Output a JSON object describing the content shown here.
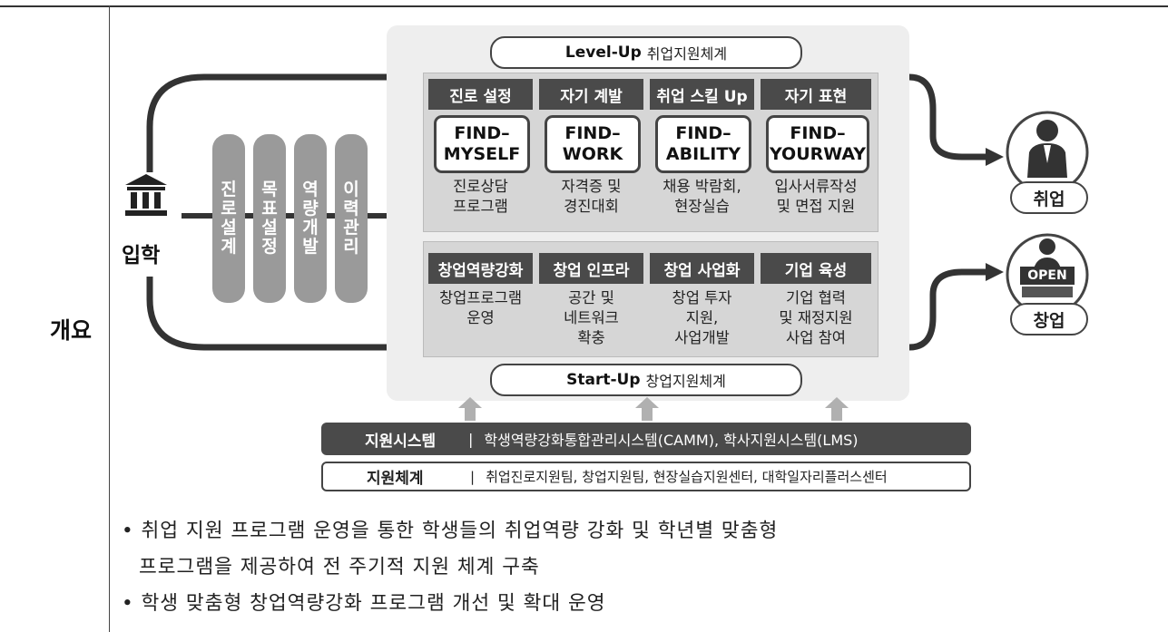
{
  "row_label": "개요",
  "entrance": {
    "label": "입학"
  },
  "pillars": [
    {
      "chars": [
        "진",
        "로",
        "설",
        "계"
      ]
    },
    {
      "chars": [
        "목",
        "표",
        "설",
        "정"
      ]
    },
    {
      "chars": [
        "역",
        "량",
        "개",
        "발"
      ]
    },
    {
      "chars": [
        "이",
        "력",
        "관",
        "리"
      ]
    }
  ],
  "levelup": {
    "banner_bold": "Level-Up",
    "banner_text": "취업지원체계",
    "categories": [
      {
        "head": "진로 설정",
        "find": [
          "FIND–",
          "MYSELF"
        ],
        "desc": [
          "진로상담",
          "프로그램"
        ]
      },
      {
        "head": "자기 계발",
        "find": [
          "FIND–",
          "WORK"
        ],
        "desc": [
          "자격증 및",
          "경진대회"
        ]
      },
      {
        "head": "취업 스킬 Up",
        "find": [
          "FIND–",
          "ABILITY"
        ],
        "desc": [
          "채용 박람회,",
          "현장실습"
        ]
      },
      {
        "head": "자기 표현",
        "find": [
          "FIND–",
          "YOURWAY"
        ],
        "desc": [
          "입사서류작성",
          "및 면접 지원"
        ]
      }
    ]
  },
  "startup": {
    "banner_bold": "Start-Up",
    "banner_text": "창업지원체계",
    "categories": [
      {
        "head": "창업역량강화",
        "desc": [
          "창업프로그램",
          "운영"
        ]
      },
      {
        "head": "창업 인프라",
        "desc": [
          "공간 및",
          "네트워크",
          "확충"
        ]
      },
      {
        "head": "창업 사업화",
        "desc": [
          "창업 투자",
          "지원,",
          "사업개발"
        ]
      },
      {
        "head": "기업 육성",
        "desc": [
          "기업 협력",
          "및 재정지원",
          "사업 참여"
        ]
      }
    ]
  },
  "outcomes": {
    "employment": {
      "label": "취업",
      "icon": "person-suit-icon"
    },
    "startup": {
      "label": "창업",
      "icon": "open-sign-person-icon",
      "sign": "OPEN"
    }
  },
  "support_system": {
    "title": "지원시스템",
    "sep": "|",
    "text": "학생역량강화통합관리시스템(CAMM),  학사지원시스템(LMS)"
  },
  "support_structure": {
    "title": "지원체계",
    "sep": "|",
    "text": "취업진로지원팀, 창업지원팀, 현장실습지원센터, 대학일자리플러스센터"
  },
  "bullets": [
    {
      "lines": [
        "취업 지원 프로그램 운영을 통한 학생들의 취업역량 강화 및 학년별 맞춤형",
        "프로그램을 제공하여 전 주기적 지원 체계 구축"
      ]
    },
    {
      "lines": [
        "학생 맞춤형 창업역량강화 프로그램 개선 및 확대 운영"
      ]
    }
  ],
  "colors": {
    "dark": "#4a4a4a",
    "panel": "#d6d6d6",
    "pillar": "#9a9a9a",
    "background_box": "#eeeeee"
  }
}
